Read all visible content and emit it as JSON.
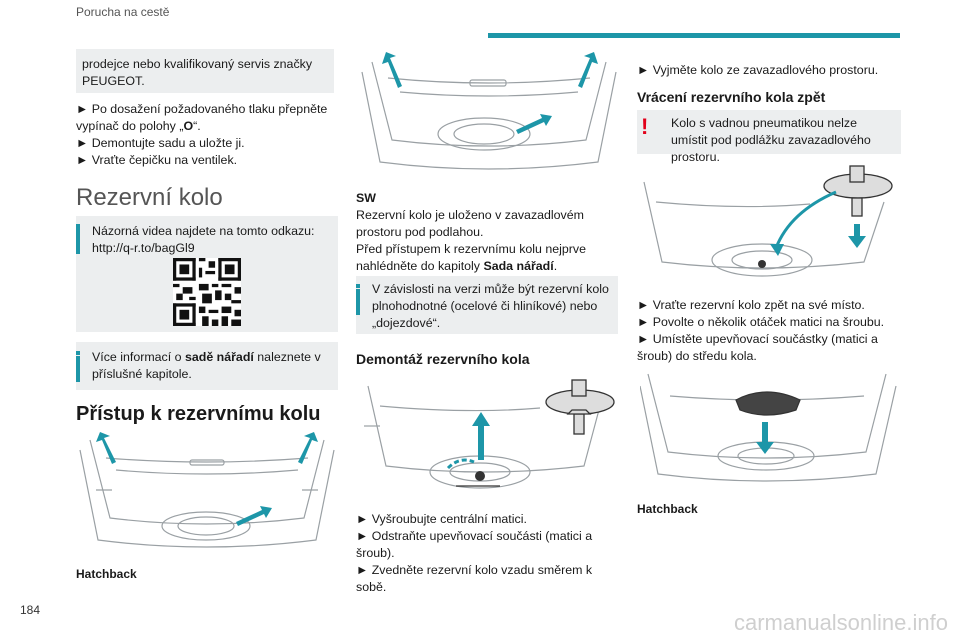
{
  "header": {
    "section": "Porucha na cestě",
    "accent": "#1d96a8"
  },
  "page_number": "184",
  "col1": {
    "box_top": "prodejce nebo kvalifikovaný servis značky PEUGEOT.",
    "p1a": "► Po dosažení požadovaného tlaku přepněte vypínač do polohy „",
    "p1b": "O",
    "p1c": "“.",
    "p2": "► Demontujte sadu a uložte ji.",
    "p3": "► Vraťte čepičku na ventilek.",
    "h_spare": "Rezervní kolo",
    "info1": "Názorná videa najdete na tomto odkazu: http://q-r.to/bagGl9",
    "info2a": "Více informací o ",
    "info2b": "sadě nářadí",
    "info2c": " naleznete v příslušné kapitole.",
    "h_access": "Přístup k rezervnímu kolu",
    "caption": "Hatchback"
  },
  "col2": {
    "sw": "SW",
    "p1": "Rezervní kolo je uloženo v zavazadlovém prostoru pod podlahou.",
    "p2a": "Před přístupem k rezervnímu kolu nejprve nahlédněte do kapitoly ",
    "p2b": "Sada nářadí",
    "p2c": ".",
    "info": "V závislosti na verzi může být rezervní kolo plnohodnotné (ocelové či hliníkové) nebo „dojezdové“.",
    "h_removal": "Demontáž rezervního kola",
    "s1": "► Vyšroubujte centrální matici.",
    "s2": "► Odstraňte upevňovací součásti (matici a šroub).",
    "s3": "► Zvedněte rezervní kolo vzadu směrem k sobě."
  },
  "col3": {
    "s0": "► Vyjměte kolo ze zavazadlového prostoru.",
    "h_return": "Vrácení rezervního kola zpět",
    "warn": "Kolo s vadnou pneumatikou nelze umístit pod podlážku zavazadlového prostoru.",
    "s1": "► Vraťte rezervní kolo zpět na své místo.",
    "s2": "► Povolte o několik otáček matici na šroubu.",
    "s3": "► Umístěte upevňovací součástky (matici a šroub) do středu kola.",
    "caption": "Hatchback"
  },
  "watermark": "carmanualsonline.info"
}
